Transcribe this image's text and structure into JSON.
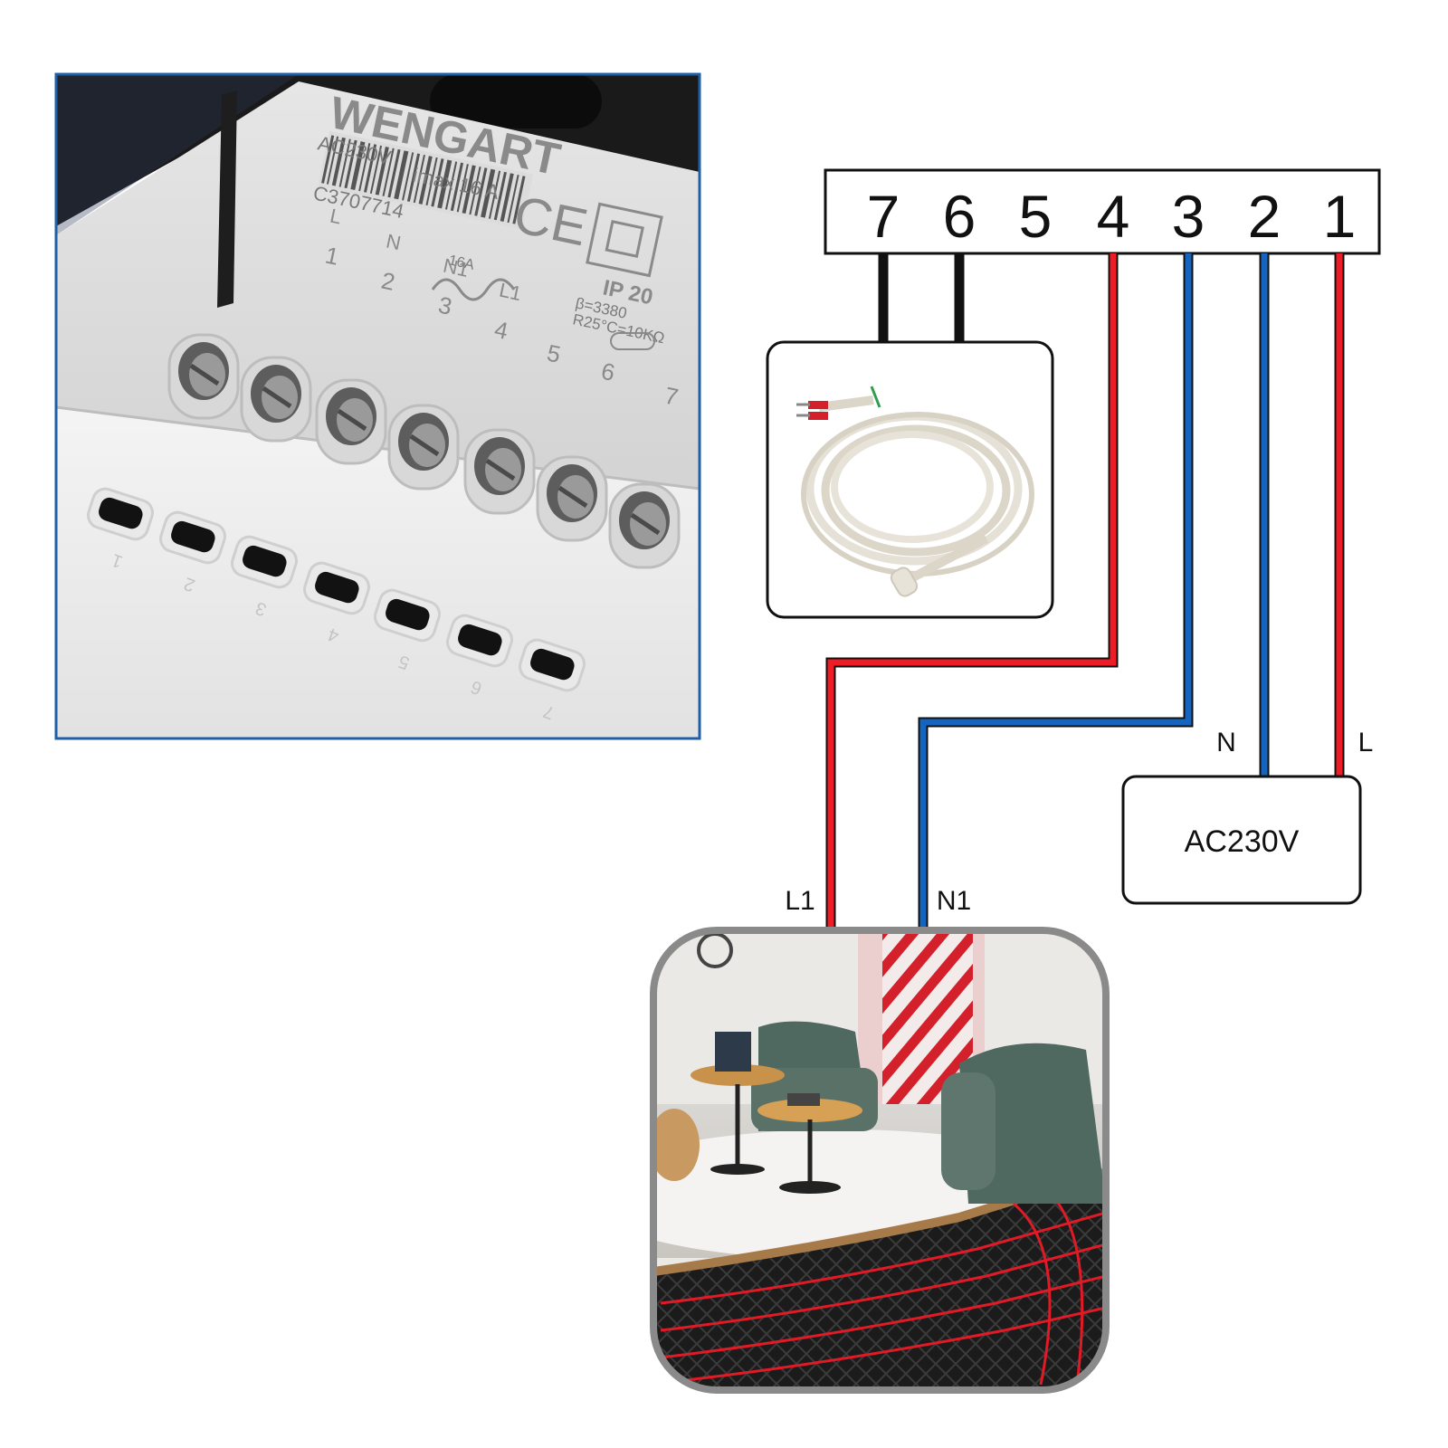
{
  "terminal_strip": {
    "terminals": [
      "7",
      "6",
      "5",
      "4",
      "3",
      "2",
      "1"
    ]
  },
  "product_photo": {
    "brand": "WENGART",
    "voltage": "AC230V",
    "imax": "imax 16 A",
    "serial": "C3707714",
    "ce_mark": "CE",
    "ip_rating": "IP 20",
    "relay_rating": "16A",
    "sensor_spec_beta": "β=3380",
    "sensor_spec_r": "R25°C=10KΩ",
    "pin_labels": [
      {
        "sym": "L",
        "num": "1"
      },
      {
        "sym": "N",
        "num": "2"
      },
      {
        "sym": "N1",
        "num": "3"
      },
      {
        "sym": "L1",
        "num": "4"
      },
      {
        "sym": "",
        "num": "5"
      },
      {
        "sym": "",
        "num": "6"
      },
      {
        "sym": "",
        "num": "7"
      }
    ],
    "socket_numbers": [
      "1",
      "2",
      "3",
      "4",
      "5",
      "6",
      "7"
    ]
  },
  "wires": {
    "n_label": "N",
    "l_label": "L",
    "l1_label": "L1",
    "n1_label": "N1",
    "colors": {
      "live": "#ee1c24",
      "neutral": "#1565c0",
      "sensor": "#111111"
    }
  },
  "power_supply": {
    "label": "AC230V"
  }
}
